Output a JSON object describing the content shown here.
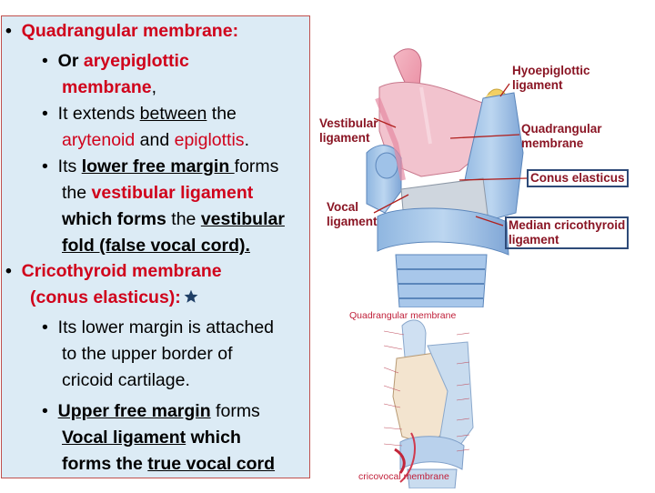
{
  "text_panel": {
    "b1": "Quadrangular membrane:",
    "b1_1_prefix": "Or ",
    "b1_1_red": "aryepiglottic",
    "b1_1_line2_red": "membrane",
    "b1_1_line2_rest": ",",
    "b1_2_prefix": "It extends ",
    "b1_2_underlined": "between",
    "b1_2_suffix": " the",
    "b1_2_line2_red1": "arytenoid",
    "b1_2_line2_mid": " and ",
    "b1_2_line2_red2": "epiglottis",
    "b1_2_line2_end": ".",
    "b1_3_prefix": "Its ",
    "b1_3_underlined": "lower free margin ",
    "b1_3_suffix": "forms",
    "b1_3_line2_prefix": "the ",
    "b1_3_line2_red": "vestibular ligament",
    "b1_3_line3_bold": "which forms",
    "b1_3_line3_mid": " the ",
    "b1_3_line3_ul": "vestibular",
    "b1_3_line4_ul": "fold (false vocal cord).",
    "b2": "Cricothyroid membrane",
    "b2_line2": "(conus elasticus):",
    "b2_1_line1": "Its lower margin is attached",
    "b2_1_line2": "to the upper border of",
    "b2_1_line3": "cricoid cartilage.",
    "b2_2_ul": "Upper free margin",
    "b2_2_suffix": " forms",
    "b2_2_line2_ul": "Vocal ligament",
    "b2_2_line2_bold": " which",
    "b2_2_line3_bold": "forms the ",
    "b2_2_line3_ul": "true vocal cord"
  },
  "figure_top": {
    "labels": {
      "hyoepiglottic": [
        "Hyoepiglottic",
        "ligament"
      ],
      "vestibular": [
        "Vestibular",
        "ligament"
      ],
      "quadrangular": [
        "Quadrangular",
        "membrane"
      ],
      "conus": "Conus elasticus",
      "vocal": [
        "Vocal",
        "ligament"
      ],
      "median": [
        "Median cricothyroid",
        "ligament"
      ]
    }
  },
  "figure_bottom": {
    "title": "Quadrangular membrane",
    "caption": "cricovocal membrane"
  },
  "colors": {
    "red_text": "#d0021b",
    "panel_bg": "#dcebf5",
    "panel_border": "#c0504d",
    "label_red": "#8a1524",
    "box_blue": "#2e4a78"
  }
}
